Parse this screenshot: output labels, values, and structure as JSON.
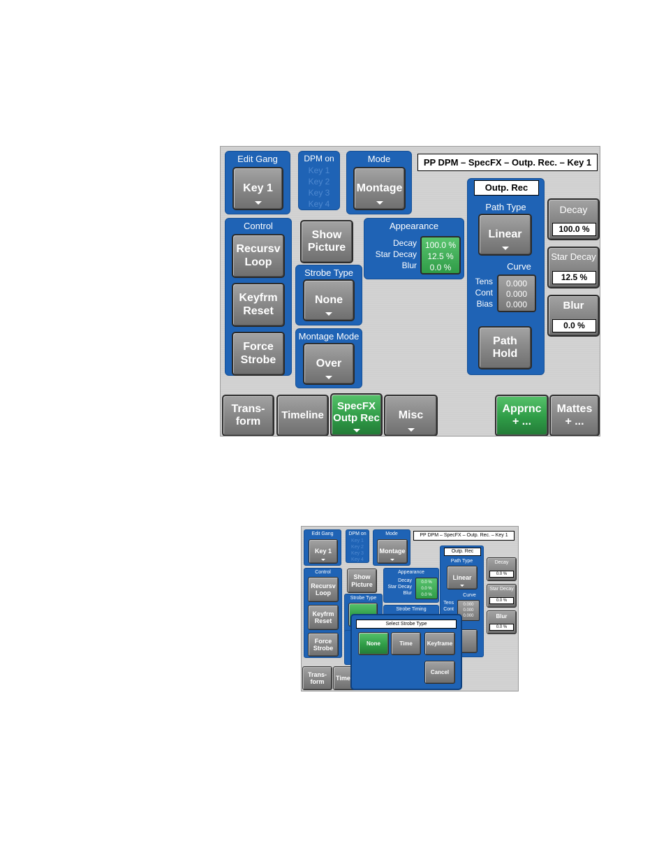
{
  "panel1": {
    "header": "PP DPM – SpecFX – Outp. Rec. – Key 1",
    "edit_gang": {
      "title": "Edit Gang",
      "button": "Key 1"
    },
    "dpm_on": {
      "title": "DPM on",
      "keys": [
        "Key 1",
        "Key 2",
        "Key 3",
        "Key 4"
      ]
    },
    "mode": {
      "title": "Mode",
      "button": "Montage"
    },
    "control": {
      "title": "Control",
      "buttons": [
        "Recursv Loop",
        "Keyfrm Reset",
        "Force Strobe"
      ]
    },
    "show_picture": "Show Picture",
    "strobe_type": {
      "title": "Strobe Type",
      "button": "None"
    },
    "montage_mode": {
      "title": "Montage Mode",
      "button": "Over"
    },
    "appearance": {
      "title": "Appearance",
      "labels": [
        "Decay",
        "Star Decay",
        "Blur"
      ],
      "values": [
        "100.0 %",
        "12.5 %",
        "0.0 %"
      ]
    },
    "outp_rec": {
      "title": "Outp. Rec",
      "path_type": {
        "title": "Path Type",
        "button": "Linear"
      },
      "curve": {
        "title": "Curve",
        "labels": [
          "Tens",
          "Cont",
          "Bias"
        ],
        "values": [
          "0.000",
          "0.000",
          "0.000"
        ]
      },
      "path_hold": "Path Hold"
    },
    "right": [
      {
        "label": "Decay",
        "value": "100.0 %"
      },
      {
        "label": "Star Decay",
        "value": "12.5 %"
      },
      {
        "label": "Blur",
        "value": "0.0 %"
      }
    ],
    "tabs": [
      "Trans- form",
      "Timeline",
      "SpecFX Outp Rec",
      "Misc",
      "Apprnc + ...",
      "Mattes + ..."
    ]
  },
  "panel2": {
    "header": "PP DPM – SpecFX – Outp. Rec. – Key 1",
    "edit_gang": {
      "title": "Edit Gang",
      "button": "Key 1"
    },
    "dpm_on": {
      "title": "DPM on",
      "keys": [
        "Key 1",
        "Key 2",
        "Key 3",
        "Key 4"
      ]
    },
    "mode": {
      "title": "Mode",
      "button": "Montage"
    },
    "control": {
      "title": "Control",
      "buttons": [
        "Recursv Loop",
        "Keyfrm Reset",
        "Force Strobe"
      ]
    },
    "show_picture": "Show Picture",
    "strobe_type": {
      "title": "Strobe Type"
    },
    "strobe_timing": "Strobe Timing",
    "appearance": {
      "title": "Appearance",
      "labels": [
        "Decay",
        "Star Decay",
        "Blur"
      ],
      "values": [
        "0.0 %",
        "0.0 %",
        "0.0 %"
      ]
    },
    "outp_rec": {
      "title": "Outp. Rec",
      "path_type": "Path Type",
      "path_button": "Linear",
      "curve": "Curve",
      "labels": [
        "Tens",
        "Cont"
      ],
      "values": [
        "0.000",
        "0.000",
        "0.000"
      ]
    },
    "right": [
      {
        "label": "Decay",
        "value": "0.0 %"
      },
      {
        "label": "Star Decay",
        "value": "0.0 %"
      },
      {
        "label": "Blur",
        "value": "0.0 %"
      }
    ],
    "tabs": [
      "Trans- form",
      "Timel"
    ],
    "dialog": {
      "title": "Select Strobe Type",
      "options": [
        "None",
        "Time",
        "Keyframe"
      ],
      "cancel": "Cancel"
    }
  }
}
